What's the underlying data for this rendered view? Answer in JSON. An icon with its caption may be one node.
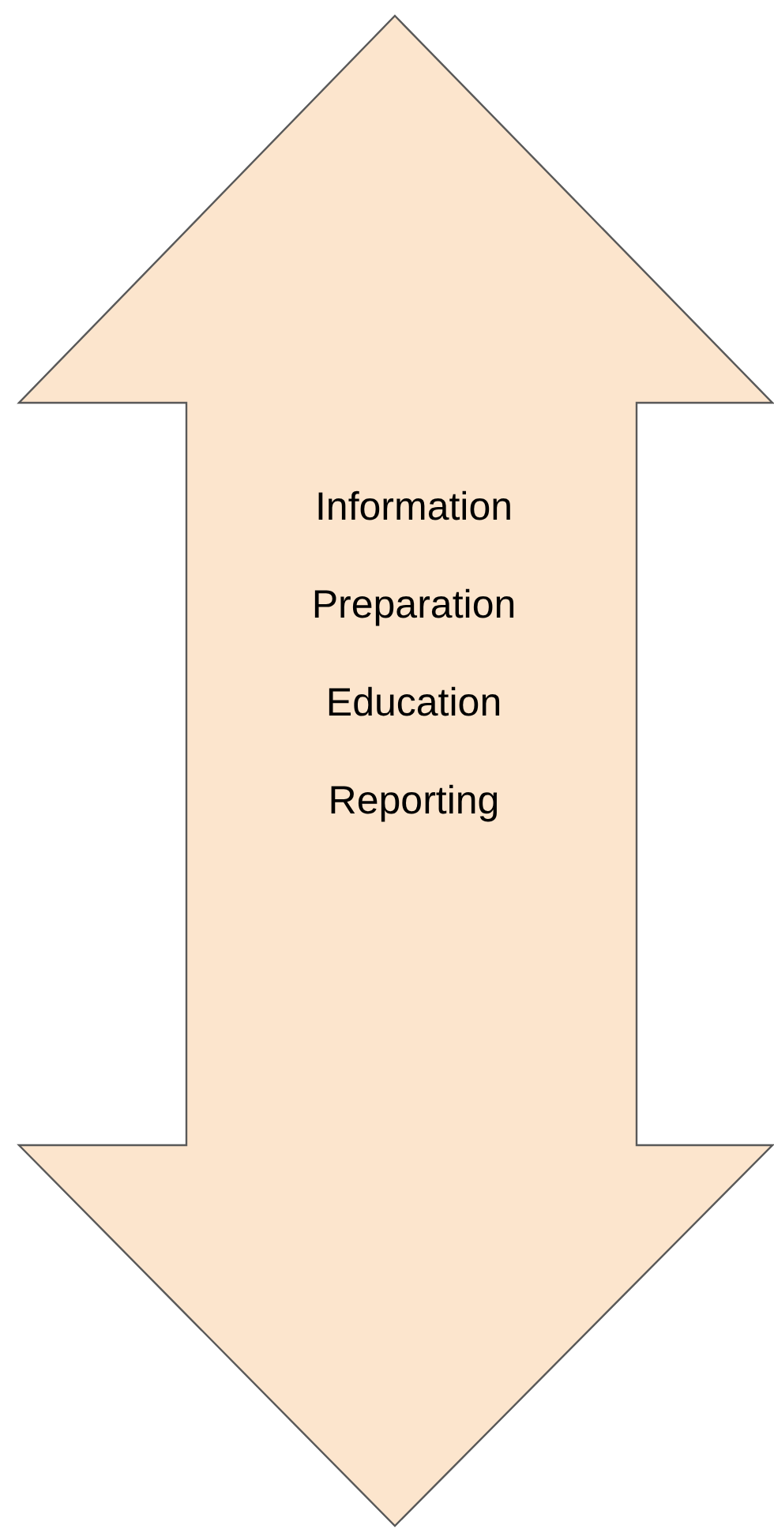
{
  "diagram": {
    "nodes": [
      {
        "text": [
          "Information",
          "Preparation",
          "Education",
          "Reporting"
        ]
      }
    ]
  }
}
